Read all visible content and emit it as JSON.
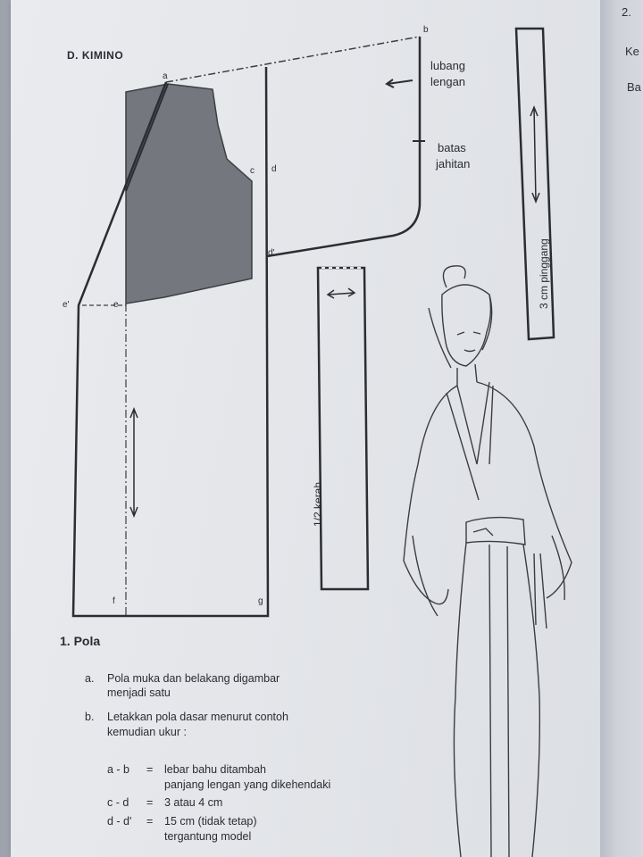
{
  "title": "D.  KIMINO",
  "labels": {
    "a": "a",
    "b": "b",
    "c": "c",
    "d": "d",
    "d_prime": "d'",
    "e": "e",
    "e_prime": "e'",
    "f": "f",
    "g": "g"
  },
  "annotations": {
    "lubang": "lubang",
    "lengan": "lengan",
    "batas": "batas",
    "jahitan": "jahitan",
    "kerah": "1/2 kerah",
    "pinggang": "3 cm pinggang"
  },
  "section": {
    "heading": "1.  Pola",
    "items": [
      {
        "marker": "a.",
        "lines": [
          "Pola muka dan belakang digambar",
          "menjadi satu"
        ]
      },
      {
        "marker": "b.",
        "lines": [
          "Letakkan pola dasar menurut contoh",
          "kemudian ukur :"
        ]
      }
    ],
    "measurements": [
      {
        "key": "a - b",
        "eq": "=",
        "lines": [
          "lebar bahu ditambah",
          "panjang lengan yang dikehendaki"
        ]
      },
      {
        "key": "c - d",
        "eq": "=",
        "lines": [
          "3 atau 4 cm"
        ]
      },
      {
        "key": "d - d'",
        "eq": "=",
        "lines": [
          "15 cm (tidak tetap)",
          "tergantung model"
        ]
      }
    ]
  },
  "next_page": {
    "top": "2.",
    "line1": "Ke",
    "line2": "Ba"
  }
}
